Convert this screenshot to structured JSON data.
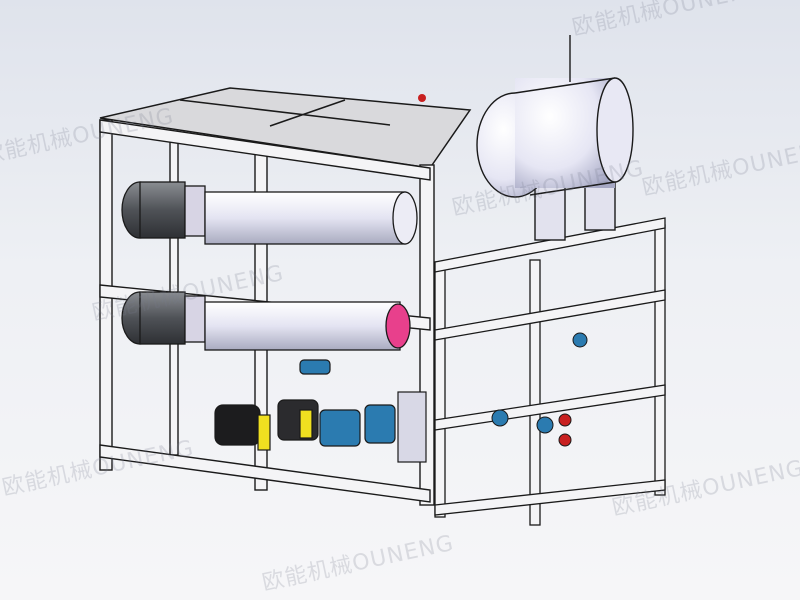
{
  "image": {
    "description": "3D CAD rendering of a skid-mounted electric thermal oil heater unit with heat-exchanger tubes, pumps, valves, expansion tank and steel frame",
    "colors": {
      "background_top": "#dfe3ec",
      "frame": "#f4f4f6",
      "outline": "#1a1a1a",
      "tube": "#e6e6f2",
      "heater_cap": "#5a5d62",
      "valve_blue": "#2b7bb0",
      "pump_yellow": "#f0e020",
      "end_cap_pink": "#e8408c",
      "red_fitting": "#c82020"
    }
  },
  "watermarks": [
    {
      "text": "欧能机械OUNENG"
    },
    {
      "text": "欧能机械OUNENG"
    },
    {
      "text": "欧能机械OUNENG"
    },
    {
      "text": "欧能机械OUNENG"
    },
    {
      "text": "欧能机械OUNENG"
    },
    {
      "text": "欧能机械OUNENG"
    },
    {
      "text": "欧能机械OUNENG"
    },
    {
      "text": "欧能机械OUNENG"
    }
  ]
}
